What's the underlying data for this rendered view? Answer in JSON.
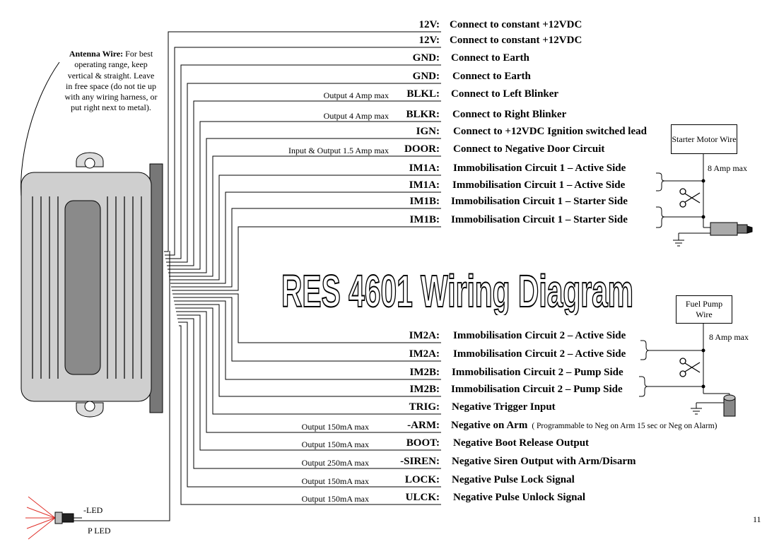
{
  "title": "RES 4601 Wiring Diagram",
  "antenna_note": {
    "heading": "Antenna Wire:",
    "text": "For best operating range, keep vertical & straight. Leave in free space (do not tie up with any wiring harness, or put right next to metal)."
  },
  "wires": [
    {
      "pin": "12V:",
      "desc": "Connect to constant +12VDC",
      "spec": ""
    },
    {
      "pin": "12V:",
      "desc": "Connect to constant +12VDC",
      "spec": ""
    },
    {
      "pin": "GND:",
      "desc": "Connect to Earth",
      "spec": ""
    },
    {
      "pin": "GND:",
      "desc": "Connect to Earth",
      "spec": ""
    },
    {
      "pin": "BLKL:",
      "desc": "Connect to Left Blinker",
      "spec": "Output 4 Amp max"
    },
    {
      "pin": "BLKR:",
      "desc": "Connect to Right Blinker",
      "spec": "Output 4 Amp max"
    },
    {
      "pin": "IGN:",
      "desc": "Connect to +12VDC Ignition switched lead",
      "spec": ""
    },
    {
      "pin": "DOOR:",
      "desc": "Connect to Negative Door Circuit",
      "spec": "Input & Output 1.5 Amp max"
    },
    {
      "pin": "IM1A:",
      "desc": "Immobilisation Circuit 1 – Active Side",
      "spec": ""
    },
    {
      "pin": "IM1A:",
      "desc": "Immobilisation Circuit 1 – Active Side",
      "spec": ""
    },
    {
      "pin": "IM1B:",
      "desc": "Immobilisation Circuit 1 – Starter Side",
      "spec": ""
    },
    {
      "pin": "IM1B:",
      "desc": "Immobilisation Circuit 1 – Starter Side",
      "spec": ""
    },
    {
      "pin": "IM2A:",
      "desc": "Immobilisation Circuit 2 – Active Side",
      "spec": ""
    },
    {
      "pin": "IM2A:",
      "desc": "Immobilisation Circuit 2 – Active Side",
      "spec": ""
    },
    {
      "pin": "IM2B:",
      "desc": "Immobilisation Circuit 2 – Pump Side",
      "spec": ""
    },
    {
      "pin": "IM2B:",
      "desc": "Immobilisation Circuit 2 – Pump Side",
      "spec": ""
    },
    {
      "pin": "TRIG:",
      "desc": "Negative Trigger Input",
      "spec": ""
    },
    {
      "pin": "-ARM:",
      "desc": "Negative on Arm",
      "spec": "Output 150mA max",
      "note": "( Programmable to Neg on Arm 15 sec or Neg on Alarm)"
    },
    {
      "pin": "BOOT:",
      "desc": "Negative Boot Release Output",
      "spec": "Output 150mA max"
    },
    {
      "pin": "-SIREN:",
      "desc": "Negative Siren Output with Arm/Disarm",
      "spec": "Output 250mA max"
    },
    {
      "pin": "LOCK:",
      "desc": "Negative Pulse Lock Signal",
      "spec": "Output 150mA max"
    },
    {
      "pin": "ULCK:",
      "desc": "Negative Pulse Unlock Signal",
      "spec": "Output 150mA max"
    }
  ],
  "starter": {
    "label": "Starter Motor Wire",
    "amp": "8 Amp max"
  },
  "fuel_pump": {
    "label": "Fuel Pump Wire",
    "amp": "8 Amp max"
  },
  "led": {
    "neg": "-LED",
    "pos": "P LED"
  },
  "page_number": "11"
}
